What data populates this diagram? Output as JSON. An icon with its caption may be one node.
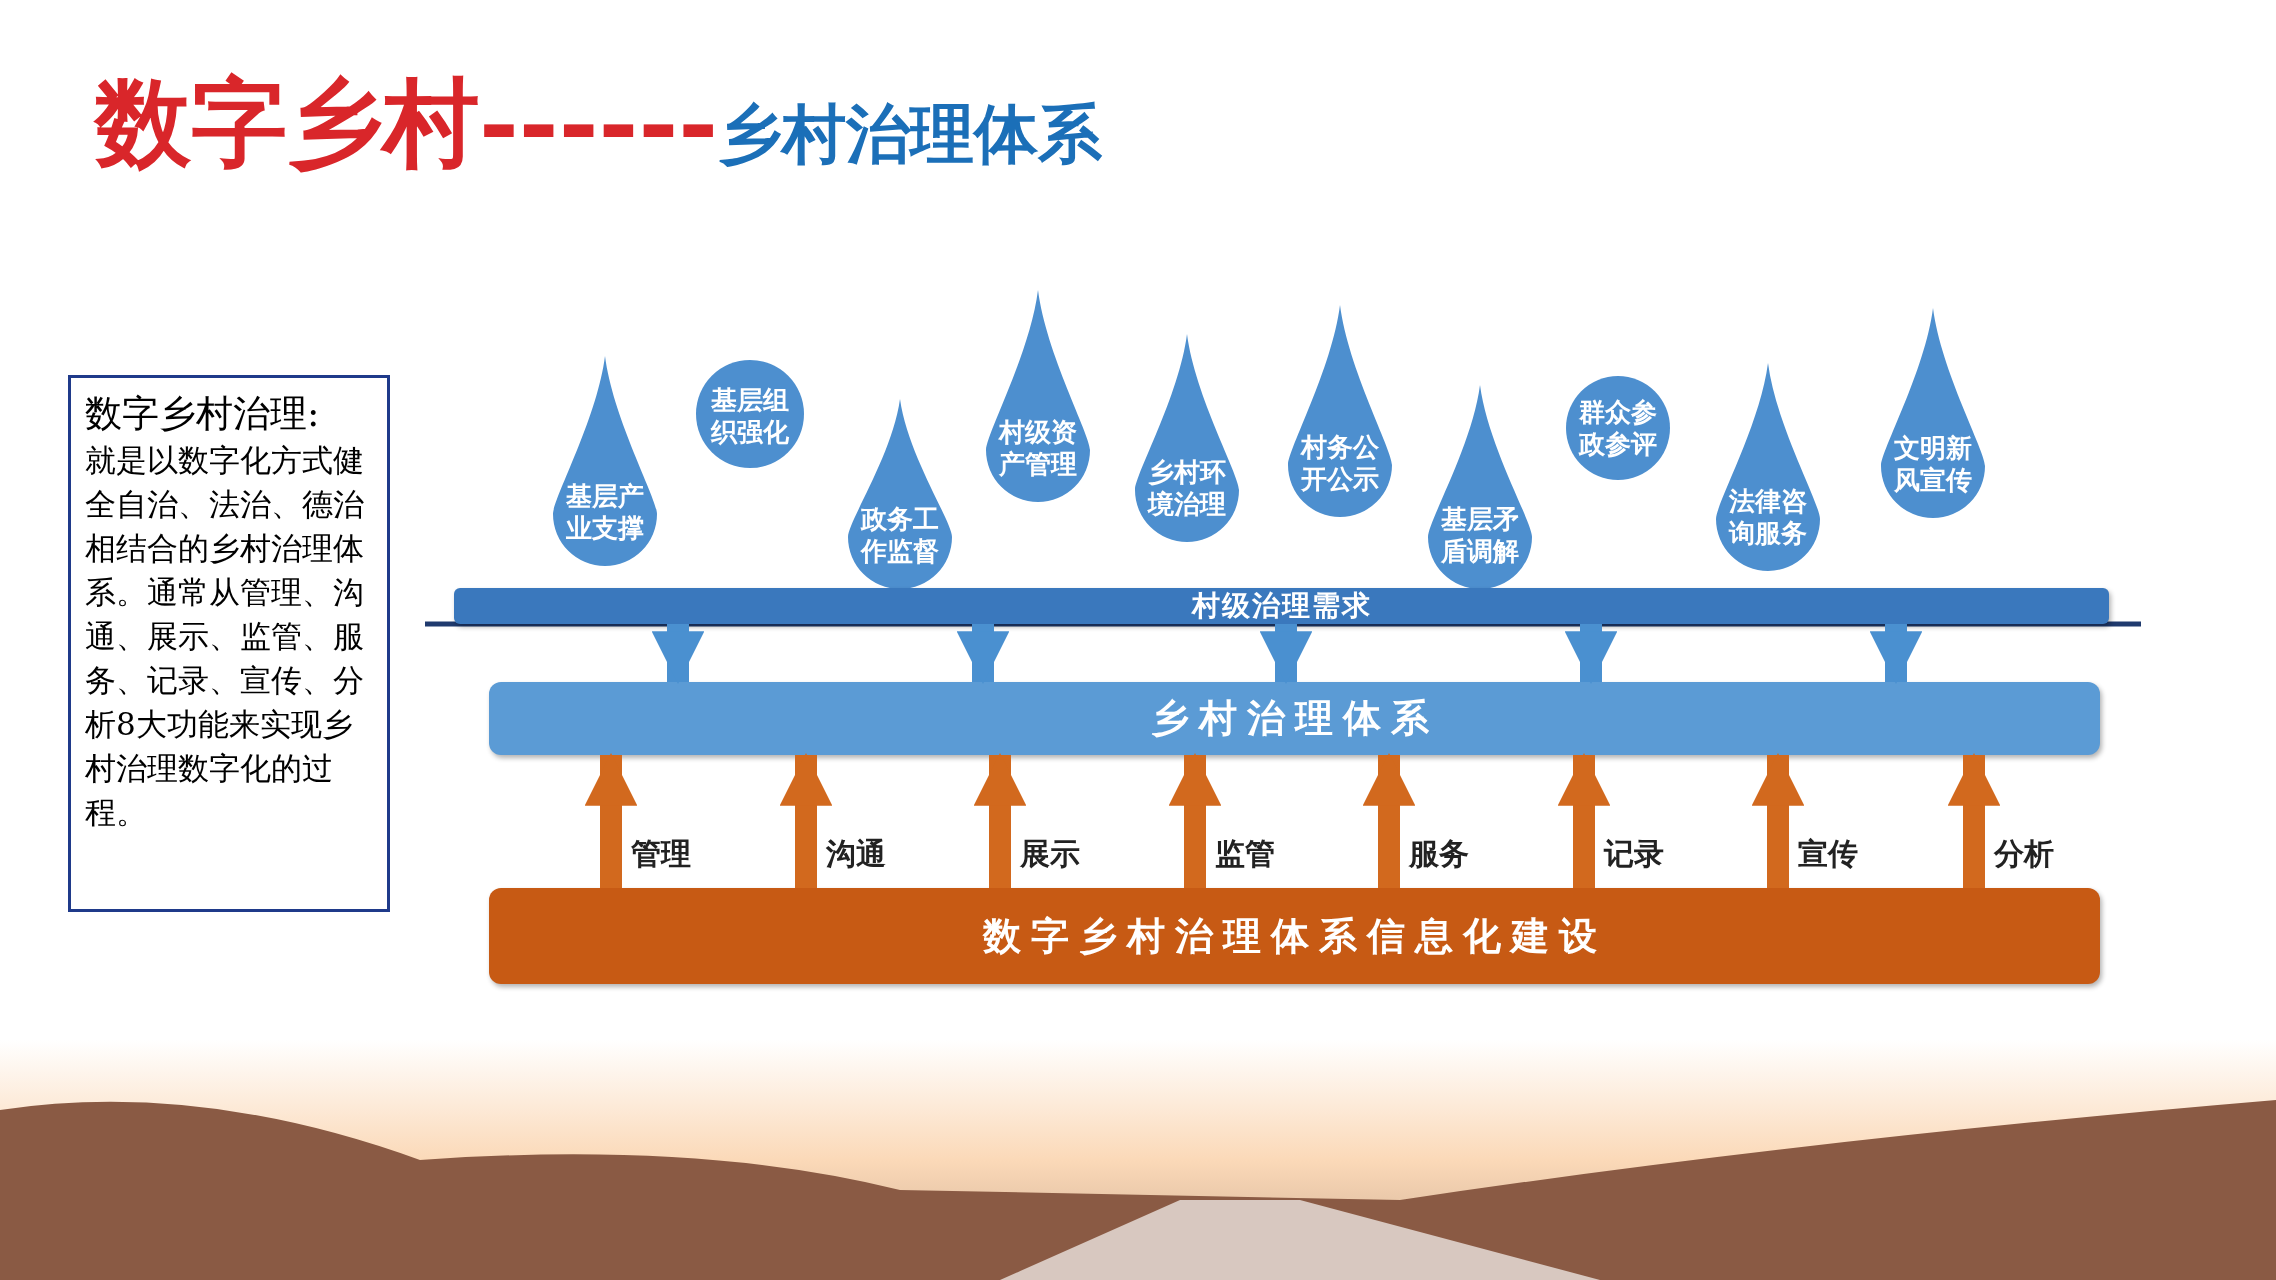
{
  "diagram": {
    "title": "数字乡村------乡村治理体系",
    "nodes": [
      {
        "text": [
          "数字乡村治理:",
          "就是以数字化方式健全自治、法治、德治相结合的乡村治理体系。通常从管理、沟通、展示、监管、服务、记录、宣传、分析8大功能来实现乡村治理数字化的过程。"
        ]
      },
      {
        "text": [
          "基层产业支撑"
        ]
      },
      {
        "text": [
          "基层组织强化"
        ]
      },
      {
        "text": [
          "政务工作监督"
        ]
      },
      {
        "text": [
          "村级资产管理"
        ]
      },
      {
        "text": [
          "乡村环境治理"
        ]
      },
      {
        "text": [
          "村务公开公示"
        ]
      },
      {
        "text": [
          "基层矛盾调解"
        ]
      },
      {
        "text": [
          "群众参政参评"
        ]
      },
      {
        "text": [
          "法律咨询服务"
        ]
      },
      {
        "text": [
          "文明新风宣传"
        ]
      },
      {
        "text": [
          "村级治理需求"
        ]
      },
      {
        "text": [
          "乡村治理体系"
        ]
      },
      {
        "text": [
          "数字乡村治理体系信息化建设"
        ]
      }
    ],
    "edges": [
      {
        "from": 11,
        "to": 12,
        "arrow": "to",
        "color": "#4a90d0"
      },
      {
        "from": 11,
        "to": 12,
        "arrow": "to",
        "color": "#4a90d0"
      },
      {
        "from": 11,
        "to": 12,
        "arrow": "to",
        "color": "#4a90d0"
      },
      {
        "from": 11,
        "to": 12,
        "arrow": "to",
        "color": "#4a90d0"
      },
      {
        "from": 11,
        "to": 12,
        "arrow": "to",
        "color": "#4a90d0"
      },
      {
        "from": 13,
        "to": 12,
        "arrow": "to",
        "label": "管理",
        "color": "#d2691e"
      },
      {
        "from": 13,
        "to": 12,
        "arrow": "to",
        "label": "沟通",
        "color": "#d2691e"
      },
      {
        "from": 13,
        "to": 12,
        "arrow": "to",
        "label": "展示",
        "color": "#d2691e"
      },
      {
        "from": 13,
        "to": 12,
        "arrow": "to",
        "label": "监管",
        "color": "#d2691e"
      },
      {
        "from": 13,
        "to": 12,
        "arrow": "to",
        "label": "服务",
        "color": "#d2691e"
      },
      {
        "from": 13,
        "to": 12,
        "arrow": "to",
        "label": "记录",
        "color": "#d2691e"
      },
      {
        "from": 13,
        "to": 12,
        "arrow": "to",
        "label": "宣传",
        "color": "#d2691e"
      },
      {
        "from": 13,
        "to": 12,
        "arrow": "to",
        "label": "分析",
        "color": "#d2691e"
      }
    ]
  }
}
